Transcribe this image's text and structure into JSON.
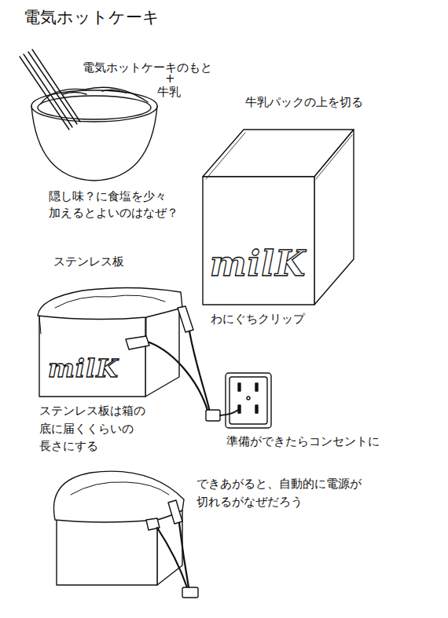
{
  "diagram": {
    "title": "電気ホットケーキ",
    "nodes": [
      {
        "text": [
          "milK"
        ]
      },
      {
        "text": [
          "milK"
        ]
      }
    ],
    "labels": [
      "電気ホットケーキのもと",
      "+",
      "牛乳",
      "牛乳パックの上を切る",
      "隠し味？に食塩を少々 加えるとよいのはなぜ？",
      "ステンレス板",
      "わにぐちクリップ",
      "ステンレス板は箱の 底に届くくらいの 長さにする",
      "準備ができたらコンセントに",
      "できあがると、自動的に電源が 切れるがなぜだろう"
    ]
  }
}
